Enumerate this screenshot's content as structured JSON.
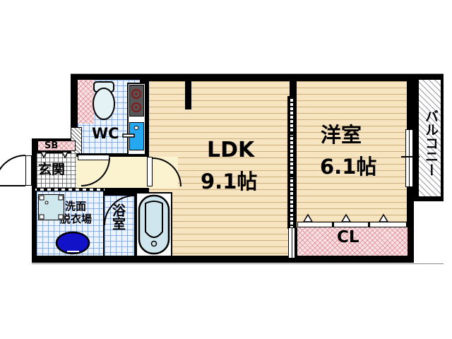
{
  "plan": {
    "type": "japanese-apartment-floorplan",
    "layout_code": "1LDK",
    "rooms": [
      {
        "key": "ldk",
        "label": "LDK",
        "area_label": "9.1帖",
        "floor": "flooring"
      },
      {
        "key": "washitsu",
        "label": "洋室",
        "area_label": "6.1帖",
        "floor": "flooring"
      },
      {
        "key": "balcony",
        "label": "バルコニー",
        "area_label": "",
        "floor": "hatched"
      },
      {
        "key": "wc",
        "label": "WC",
        "area_label": "",
        "floor": "blue-tile"
      },
      {
        "key": "bath",
        "label": "浴室",
        "area_label": "",
        "floor": "blue-tile"
      },
      {
        "key": "washroom",
        "label_line1": "洗面",
        "label_line2": "脱衣場",
        "area_label": "",
        "floor": "blue-tile"
      },
      {
        "key": "genkan",
        "label": "玄関",
        "area_label": "",
        "floor": "gray-grid"
      },
      {
        "key": "closet",
        "label": "CL",
        "area_label": "",
        "floor": "pink-hatch"
      },
      {
        "key": "shoebox",
        "label": "SB",
        "area_label": "",
        "floor": "pink-hatch"
      }
    ],
    "labels": {
      "ldk_name": "LDK",
      "ldk_area": "9.1帖",
      "room_name": "洋室",
      "room_area": "6.1帖",
      "balcony": "バルコニー",
      "wc": "WC",
      "bath": "浴室",
      "washroom_line1": "洗面",
      "washroom_line2": "脱衣場",
      "genkan": "玄関",
      "closet": "CL",
      "shoebox": "SB"
    },
    "fixtures": [
      {
        "key": "toilet",
        "name": "toilet-fixture",
        "room": "wc"
      },
      {
        "key": "stove",
        "name": "stove-fixture",
        "room": "ldk",
        "burners": 2
      },
      {
        "key": "sink-kitchen",
        "name": "kitchen-sink-fixture",
        "room": "ldk"
      },
      {
        "key": "bathtub",
        "name": "bathtub-fixture",
        "room": "bath"
      },
      {
        "key": "washbasin",
        "name": "washbasin-fixture",
        "room": "washroom"
      },
      {
        "key": "washer-pan",
        "name": "washing-machine-pan",
        "room": "washroom"
      }
    ],
    "colors": {
      "wall": "#000000",
      "flooring": "#f7e4c0",
      "corridor": "#fbf3cf",
      "pink_hatch": "#fbe2e4",
      "blue_tile": "#eef4fd",
      "sink_blue": "#24a8f0",
      "basin_blue": "#1212c8",
      "tub_blue": "#cfe6ef",
      "stove_gray": "#575757",
      "burner_red": "#7b2222",
      "background": "#ffffff"
    }
  }
}
